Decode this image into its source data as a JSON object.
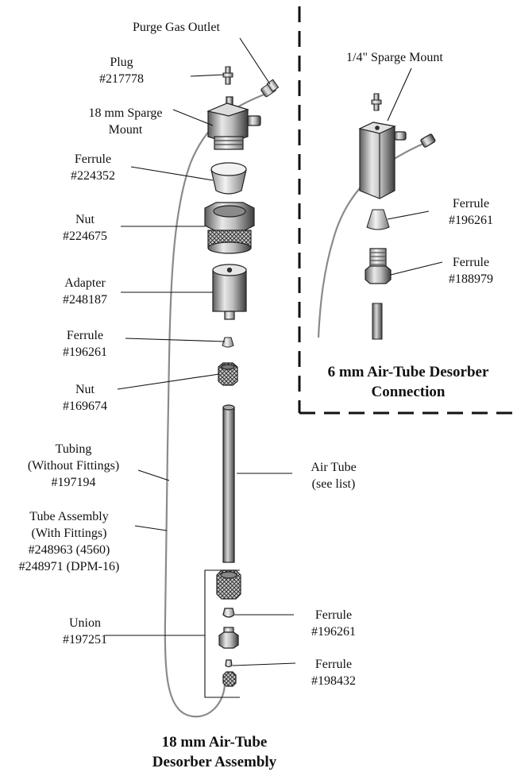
{
  "labels": {
    "purge_gas_outlet": "Purge Gas Outlet",
    "plug": [
      "Plug",
      "#217778"
    ],
    "sparge_mount_18": [
      "18 mm Sparge",
      "Mount"
    ],
    "ferrule_224352": [
      "Ferrule",
      "#224352"
    ],
    "nut_224675": [
      "Nut",
      "#224675"
    ],
    "adapter_248187": [
      "Adapter",
      "#248187"
    ],
    "ferrule_196261_main": [
      "Ferrule",
      "#196261"
    ],
    "nut_169674": [
      "Nut",
      "#169674"
    ],
    "tubing": [
      "Tubing",
      "(Without Fittings)",
      "#197194"
    ],
    "tube_assembly": [
      "Tube Assembly",
      "(With Fittings)",
      "#248963  (4560)",
      "#248971 (DPM-16)"
    ],
    "union": [
      "Union",
      "#197251"
    ],
    "air_tube": [
      "Air Tube",
      "(see list)"
    ],
    "ferrule_196261_lower": [
      "Ferrule",
      "#196261"
    ],
    "ferrule_198432": [
      "Ferrule",
      "#198432"
    ],
    "sparge_mount_quarter": "1/4\" Sparge Mount",
    "ferrule_196261_inset": [
      "Ferrule",
      "#196261"
    ],
    "ferrule_188979": [
      "Ferrule",
      "#188979"
    ]
  },
  "titles": {
    "inset": [
      "6 mm Air-Tube Desorber",
      "Connection"
    ],
    "main": [
      "18 mm Air-Tube",
      "Desorber  Assembly"
    ]
  }
}
